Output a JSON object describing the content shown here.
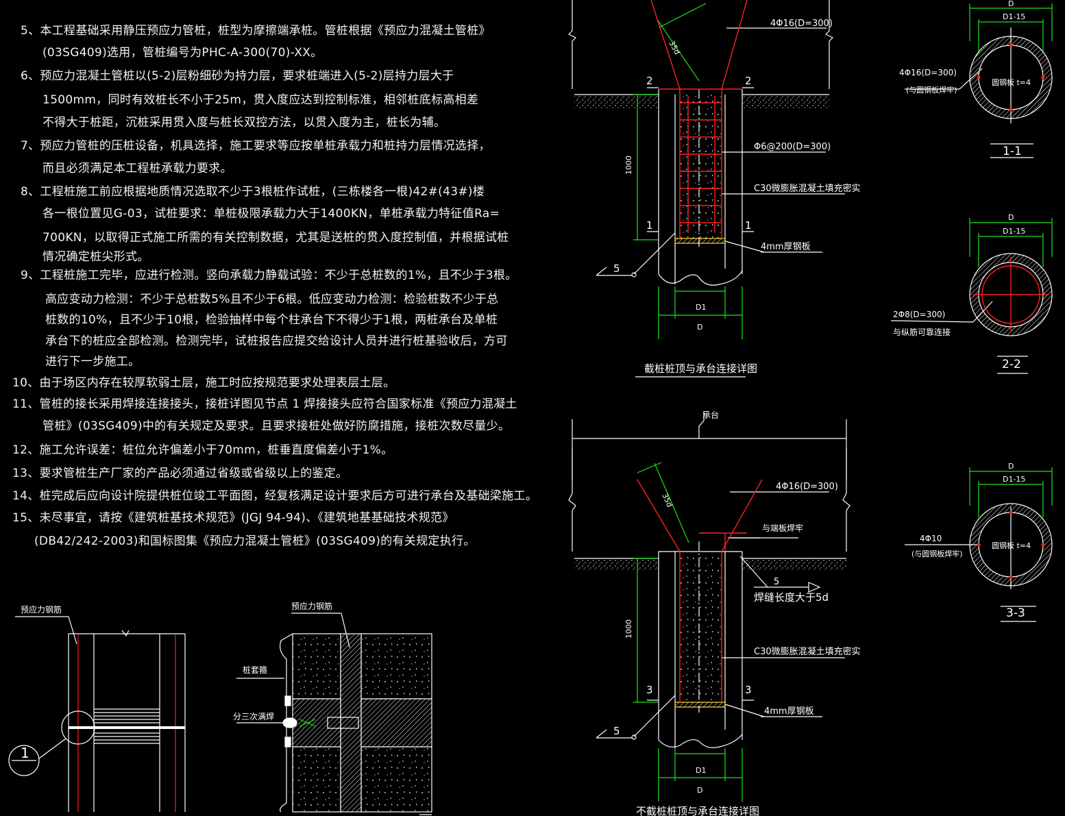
{
  "notes": [
    "5、本工程基础采用静压预应力管桩，桩型为摩擦端承桩。管桩根据《预应力混凝土管桩》",
    "(03SG409)选用，管桩编号为PHC-A-300(70)-XX。",
    "6、预应力混凝土管桩以(5-2)层粉细砂为持力层，要求桩端进入(5-2)层持力层大于",
    "1500mm，同时有效桩长不小于25m，贯入度应达到控制标准，相邻桩底标高相差",
    "不得大于桩距，沉桩采用贯入度与桩长双控方法，以贯入度为主，桩长为辅。",
    "7、预应力管桩的压桩设备，机具选择，施工要求等应按单桩承载力和桩持力层情况选择，",
    "而且必须满足本工程桩承载力要求。",
    "8、工程桩施工前应根据地质情况选取不少于3根桩作试桩，(三栋楼各一根)42#(43#)楼",
    "各一根位置见G-03，试桩要求：单桩极限承载力大于1400KN，单桩承载力特征值Ra=",
    "700KN，以取得正式施工所需的有关控制数据，尤其是送桩的贯入度控制值，并根据试桩",
    "情况确定桩尖形式。",
    "9、工程桩施工完毕，应进行检测。竖向承载力静载试验：不少于总桩数的1%，且不少于3根。",
    "高应变动力检测：不少于总桩数5%且不少于6根。低应变动力检测：检验桩数不少于总",
    "桩数的10%，且不少于10根，检验抽样中每个柱承台下不得少于1根，两桩承台及单桩",
    "承台下的桩应全部检测。检测完毕，试桩报告应提交给设计人员并进行桩基验收后，方可",
    "进行下一步施工。",
    "10、由于场区内存在较厚软弱土层，施工时应按规范要求处理表层土层。",
    "11、管桩的接长采用焊接连接接头，接桩详图见节点 1 焊接接头应符合国家标准《预应力混凝土",
    "管桩》(03SG409)中的有关规定及要求。且要求接桩处做好防腐措施，接桩次数尽量少。",
    "12、施工允许误差：桩位允许偏差小于70mm，桩垂直度偏差小于1%。",
    "13、要求管桩生产厂家的产品必须通过省级或省级以上的鉴定。",
    "14、桩完成后应向设计院提供桩位竣工平面图，经复核满足设计要求后方可进行承台及基础梁施工。",
    "15、未尽事宜，请按《建筑桩基技术规范》(JGJ 94-94)、《建筑地基基础技术规范》",
    "(DB42/242-2003)和国标图集《预应力混凝土管桩》(03SG409)的有关规定执行。"
  ],
  "labels": {
    "prestress_steel_1": "预应力钢筋",
    "prestress_steel_2": "预应力钢筋",
    "pile_sleeve": "桩套箍",
    "weld_three_times": "分三次满焊",
    "node_mark": "1",
    "top_rebar_1": "4Φ16(D=300)",
    "stirrup": "Φ6@200(D=300)",
    "concrete_fill_1": "C30微膨胀混凝土填充密实",
    "steel_plate_1": "4mm厚钢板",
    "depth_1000_a": "1000",
    "anchor_35d_a": "35d",
    "sec_mark_2": "2",
    "sec_mark_1": "1",
    "sec_mark_3": "3",
    "five_mark": "5",
    "dim_D1": "D1",
    "dim_D": "D",
    "title_cut_pile": "截桩桩顶与承台连接详图",
    "cap_label": "承台",
    "top_rebar_2": "4Φ16(D=300)",
    "weld_end_plate": "与端板焊牢",
    "weld_length": "焊缝长度大于5d",
    "concrete_fill_2": "C30微膨胀混凝土填充密实",
    "steel_plate_2": "4mm厚钢板",
    "depth_1000_b": "1000",
    "anchor_35d_b": "35d",
    "title_uncut_pile": "不截桩桩顶与承台连接详图",
    "s11_D": "D",
    "s11_D115": "D1-15",
    "s11_rebar": "4Φ16(D=300)",
    "s11_rebar_note": "(与圆钢板焊牢)",
    "s11_plate": "圆钢板 t=4",
    "s11_title": "1-1",
    "s22_D": "D",
    "s22_D115": "D1-15",
    "s22_rebar": "2Φ8(D=300)",
    "s22_rebar_note": "与纵筋可靠连接",
    "s22_title": "2-2",
    "s33_D": "D",
    "s33_D115": "D1-15",
    "s33_rebar": "4Φ10",
    "s33_rebar_note": "(与圆钢板焊牢)",
    "s33_plate": "圆钢板 t=4",
    "s33_title": "3-3"
  },
  "colors": {
    "background": "#000000",
    "text": "#f2f2f2",
    "rebar": "#ff2020",
    "dimension": "#19e619",
    "outline": "#ffffff",
    "label_line": "#ffffff"
  }
}
